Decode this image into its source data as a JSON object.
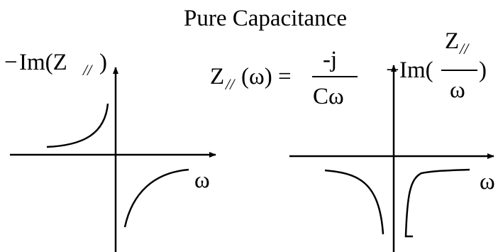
{
  "title": "Pure Capacitance",
  "left_plot": {
    "ylabel_minus": "−",
    "ylabel_func": "Im(Z",
    "ylabel_sub": "//",
    "ylabel_close": ")",
    "xlabel": "ω"
  },
  "formula": {
    "lhs_z": "Z",
    "lhs_sub": "//",
    "lhs_arg": "(ω) =",
    "numerator": "-j",
    "denominator": "Cω"
  },
  "right_plot": {
    "ylabel_minus": "−",
    "ylabel_func": "Im(",
    "frac_num": "Z",
    "frac_num_sub": "//",
    "frac_den": "ω",
    "ylabel_close": ")",
    "xlabel": "ω"
  },
  "colors": {
    "ink": "#000000",
    "background": "#ffffff"
  }
}
